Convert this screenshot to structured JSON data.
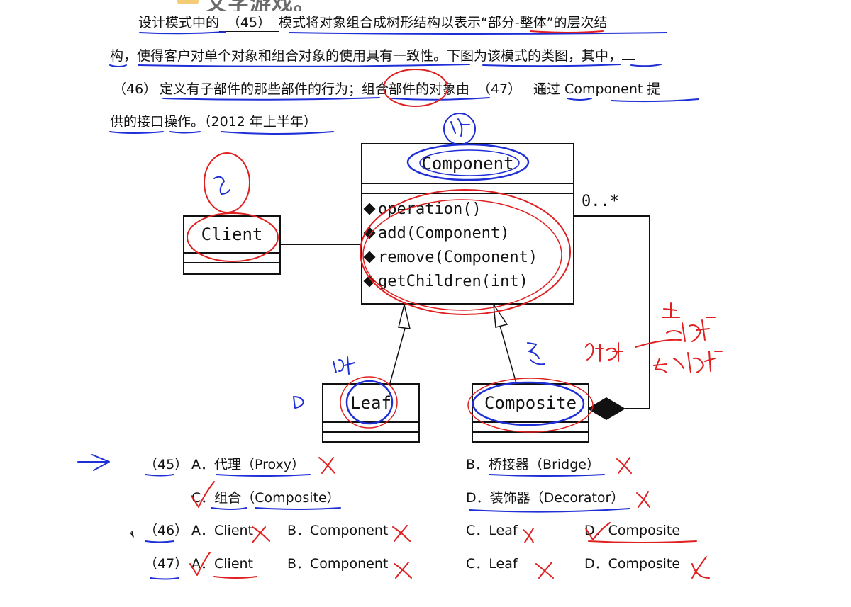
{
  "header_title": "文字游戏。",
  "question": {
    "line1_pre": "设计模式中的",
    "blank45": "（45）",
    "line1_post": "模式将对象组合成树形结构以表示“部分-整体”的层次结",
    "line2": "构，使得客户对单个对象和组合对象的使用具有一致性。下图为该模式的类图，其中，",
    "blank46": "（46）",
    "line3_mid": "定义有子部件的那些部件的行为；组合部件的对象由",
    "blank47": "（47）",
    "line3_post": "通过 Component 提",
    "line4": "供的接口操作。（2012 年上半年）"
  },
  "diagram": {
    "client": "Client",
    "component": "Component",
    "methods": [
      "operation()",
      "add(Component)",
      "remove(Component)",
      "getChildren(int)"
    ],
    "leaf": "Leaf",
    "composite": "Composite",
    "multiplicity": "0..*"
  },
  "options": {
    "q45": {
      "num": "（45）",
      "A": "A．代理（Proxy）",
      "B": "B．桥接器（Bridge）",
      "C": "C．组合（Composite）",
      "D": "D．装饰器（Decorator）"
    },
    "q46": {
      "num": "（46）",
      "A": "A．Client",
      "B": "B．Component",
      "C": "C．Leaf",
      "D": "D．Composite"
    },
    "q47": {
      "num": "（47）",
      "A": "A．Client",
      "B": "B．Component",
      "C": "C．Leaf",
      "D": "D．Composite"
    }
  },
  "colors": {
    "pen_red": "#e02020",
    "pen_blue": "#1f2fd6",
    "ink": "#111111"
  }
}
